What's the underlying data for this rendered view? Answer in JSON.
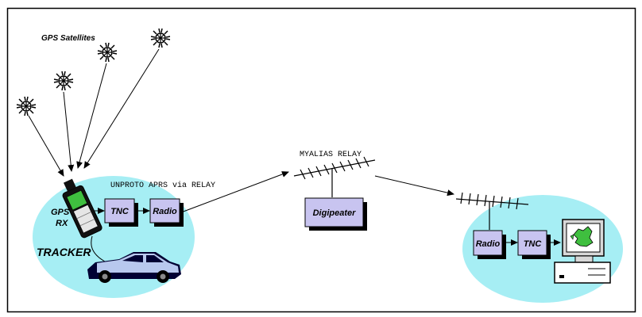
{
  "labels": {
    "satellites": "GPS Satellites",
    "gps_rx_line1": "GPS",
    "gps_rx_line2": "RX",
    "tracker": "TRACKER",
    "unproto": "UNPROTO APRS via RELAY",
    "relay": "MYALIAS RELAY"
  },
  "boxes": {
    "tracker_tnc": "TNC",
    "tracker_radio": "Radio",
    "digipeater": "Digipeater",
    "station_radio": "Radio",
    "station_tnc": "TNC"
  },
  "colors": {
    "ellipse": "#a6eef4",
    "box_fill": "#c8c4f0",
    "shadow": "#000000",
    "car_body": "#b8c8ee",
    "car_dark": "#000033",
    "gps_green": "#3fbf3f",
    "map_green": "#3fbf3f"
  },
  "icons": {
    "satellite": "satellite-icon",
    "gps_receiver": "gps-receiver-icon",
    "car": "car-icon",
    "antenna": "yagi-antenna-icon",
    "computer": "computer-icon"
  }
}
